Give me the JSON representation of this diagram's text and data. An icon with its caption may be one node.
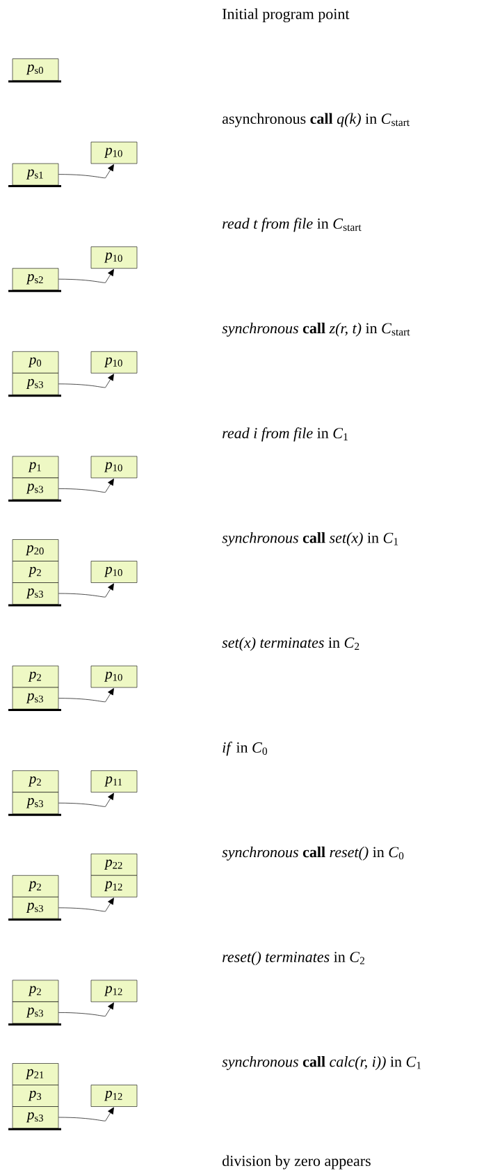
{
  "diagram": {
    "nodes": [
      {
        "text": [
          "*p*$_{s0}$"
        ]
      },
      {
        "text": [
          "*p*$_{s1}$"
        ]
      },
      {
        "text": [
          "*p*$_{10}$"
        ]
      },
      {
        "text": [
          "*p*$_{s2}$"
        ]
      },
      {
        "text": [
          "*p*$_{10}$"
        ]
      },
      {
        "text": [
          "*p*$_{0}$"
        ]
      },
      {
        "text": [
          "*p*$_{s3}$"
        ]
      },
      {
        "text": [
          "*p*$_{10}$"
        ]
      },
      {
        "text": [
          "*p*$_{1}$"
        ]
      },
      {
        "text": [
          "*p*$_{s3}$"
        ]
      },
      {
        "text": [
          "*p*$_{10}$"
        ]
      },
      {
        "text": [
          "*p*$_{20}$"
        ]
      },
      {
        "text": [
          "*p*$_{2}$"
        ]
      },
      {
        "text": [
          "*p*$_{s3}$"
        ]
      },
      {
        "text": [
          "*p*$_{10}$"
        ]
      },
      {
        "text": [
          "*p*$_{2}$"
        ]
      },
      {
        "text": [
          "*p*$_{s3}$"
        ]
      },
      {
        "text": [
          "*p*$_{10}$"
        ]
      },
      {
        "text": [
          "*p*$_{2}$"
        ]
      },
      {
        "text": [
          "*p*$_{s3}$"
        ]
      },
      {
        "text": [
          "*p*$_{11}$"
        ]
      },
      {
        "text": [
          "*p*$_{2}$"
        ]
      },
      {
        "text": [
          "*p*$_{s3}$"
        ]
      },
      {
        "text": [
          "*p*$_{22}$"
        ]
      },
      {
        "text": [
          "*p*$_{12}$"
        ]
      },
      {
        "text": [
          "*p*$_{2}$"
        ]
      },
      {
        "text": [
          "*p*$_{s3}$"
        ]
      },
      {
        "text": [
          "*p*$_{12}$"
        ]
      },
      {
        "text": [
          "*p*$_{21}$"
        ]
      },
      {
        "text": [
          "*p*$_{3}$"
        ]
      },
      {
        "text": [
          "*p*$_{s3}$"
        ]
      },
      {
        "text": [
          "*p*$_{12}$"
        ]
      }
    ],
    "edges": [
      {
        "from": 1,
        "to": 2,
        "arrow": "to"
      },
      {
        "from": 3,
        "to": 4,
        "arrow": "to"
      },
      {
        "from": 6,
        "to": 7,
        "arrow": "to"
      },
      {
        "from": 9,
        "to": 10,
        "arrow": "to"
      },
      {
        "from": 13,
        "to": 14,
        "arrow": "to"
      },
      {
        "from": 16,
        "to": 17,
        "arrow": "to"
      },
      {
        "from": 19,
        "to": 20,
        "arrow": "to"
      },
      {
        "from": 22,
        "to": 24,
        "arrow": "to"
      },
      {
        "from": 26,
        "to": 27,
        "arrow": "to"
      },
      {
        "from": 30,
        "to": 31,
        "arrow": "to"
      }
    ],
    "labels": [
      "Initial program point",
      "asynchronous **call** *q(k)* in *C*$_{start}$",
      "*read t from file* in *C*$_{start}$",
      "*synchronous* **call** *z(r, t)* in *C*$_{start}$",
      "*read i from file* in *C*$_{1}$",
      "*synchronous* **call** *set(x)* in *C*$_{1}$",
      "*set(x) terminates* in *C*$_{2}$",
      "*if* in *C*$_{0}$",
      "*synchronous* **call** *reset()* in *C*$_{0}$",
      "*reset() terminates* in *C*$_{2}$",
      "*synchronous* **call** *calc(r, i))* in *C*$_{1}$",
      "division by zero appears"
    ]
  }
}
